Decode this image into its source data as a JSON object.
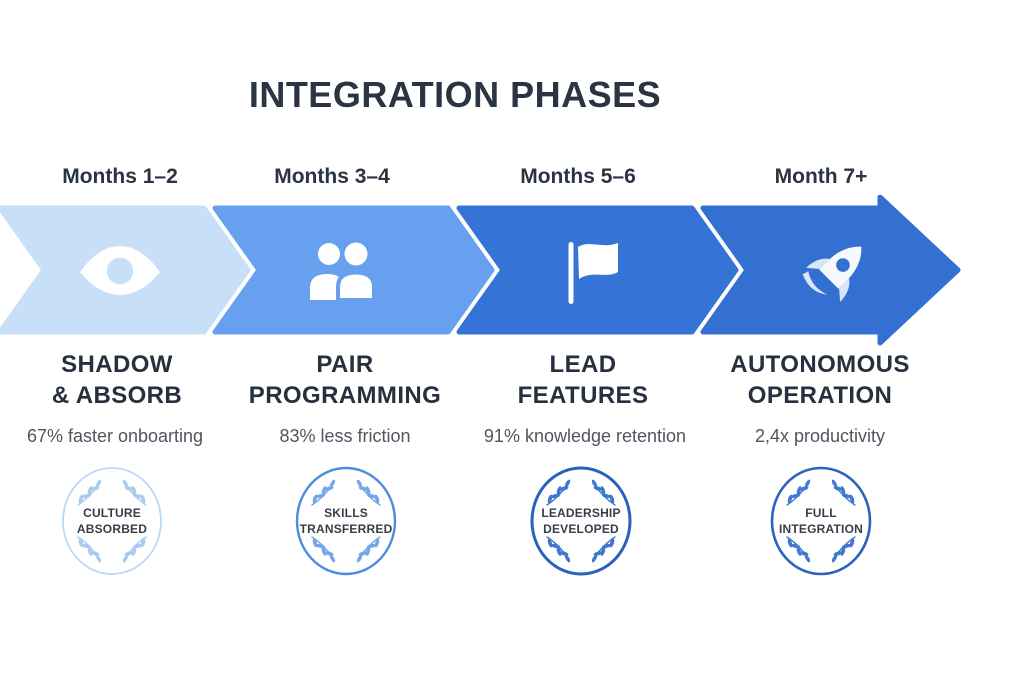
{
  "title": "INTEGRATION PHASES",
  "phases": [
    {
      "period": "Months 1–2",
      "title_line1": "SHADOW",
      "title_line2": "& ABSORB",
      "stat": "67% faster onboarting",
      "icon": "eye-icon",
      "arrow_color": "#C7E0F8",
      "icon_color": "#FFFFFF",
      "badge": {
        "line1": "CULTURE",
        "line2": "ABSORBED",
        "ring_color": "#BCD8F4",
        "leaf_color": "#A9CBF0"
      }
    },
    {
      "period": "Months 3–4",
      "title_line1": "PAIR",
      "title_line2": "PROGRAMMING",
      "stat": "83% less friction",
      "icon": "users-icon",
      "arrow_color": "#66A0EF",
      "icon_color": "#FFFFFF",
      "badge": {
        "line1": "SKILLS",
        "line2": "TRANSFERRED",
        "ring_color": "#4C8CE0",
        "leaf_color": "#74A6EA"
      }
    },
    {
      "period": "Months 5–6",
      "title_line1": "LEAD",
      "title_line2": "FEATURES",
      "stat": "91% knowledge retention",
      "icon": "flag-icon",
      "arrow_color": "#3573D6",
      "icon_color": "#FFFFFF",
      "badge": {
        "line1": "LEADERSHIP",
        "line2": "DEVELOPED",
        "ring_color": "#2A61BB",
        "leaf_color": "#4077CE"
      }
    },
    {
      "period": "Month 7+",
      "title_line1": "AUTONOMOUS",
      "title_line2": "OPERATION",
      "stat": "2,4x productivity",
      "icon": "rocket-icon",
      "arrow_color": "#3370D1",
      "icon_color": "#F6FAFE",
      "icon_secondary_color": "#D9E6F7",
      "badge": {
        "line1": "FULL",
        "line2": "INTEGRATION",
        "ring_color": "#2B63BD",
        "leaf_color": "#4379D0"
      }
    }
  ],
  "colors": {
    "background": "#FFFFFF",
    "heading_text": "#2A3442",
    "stat_text": "#4F565F",
    "badge_text": "#383E47"
  }
}
